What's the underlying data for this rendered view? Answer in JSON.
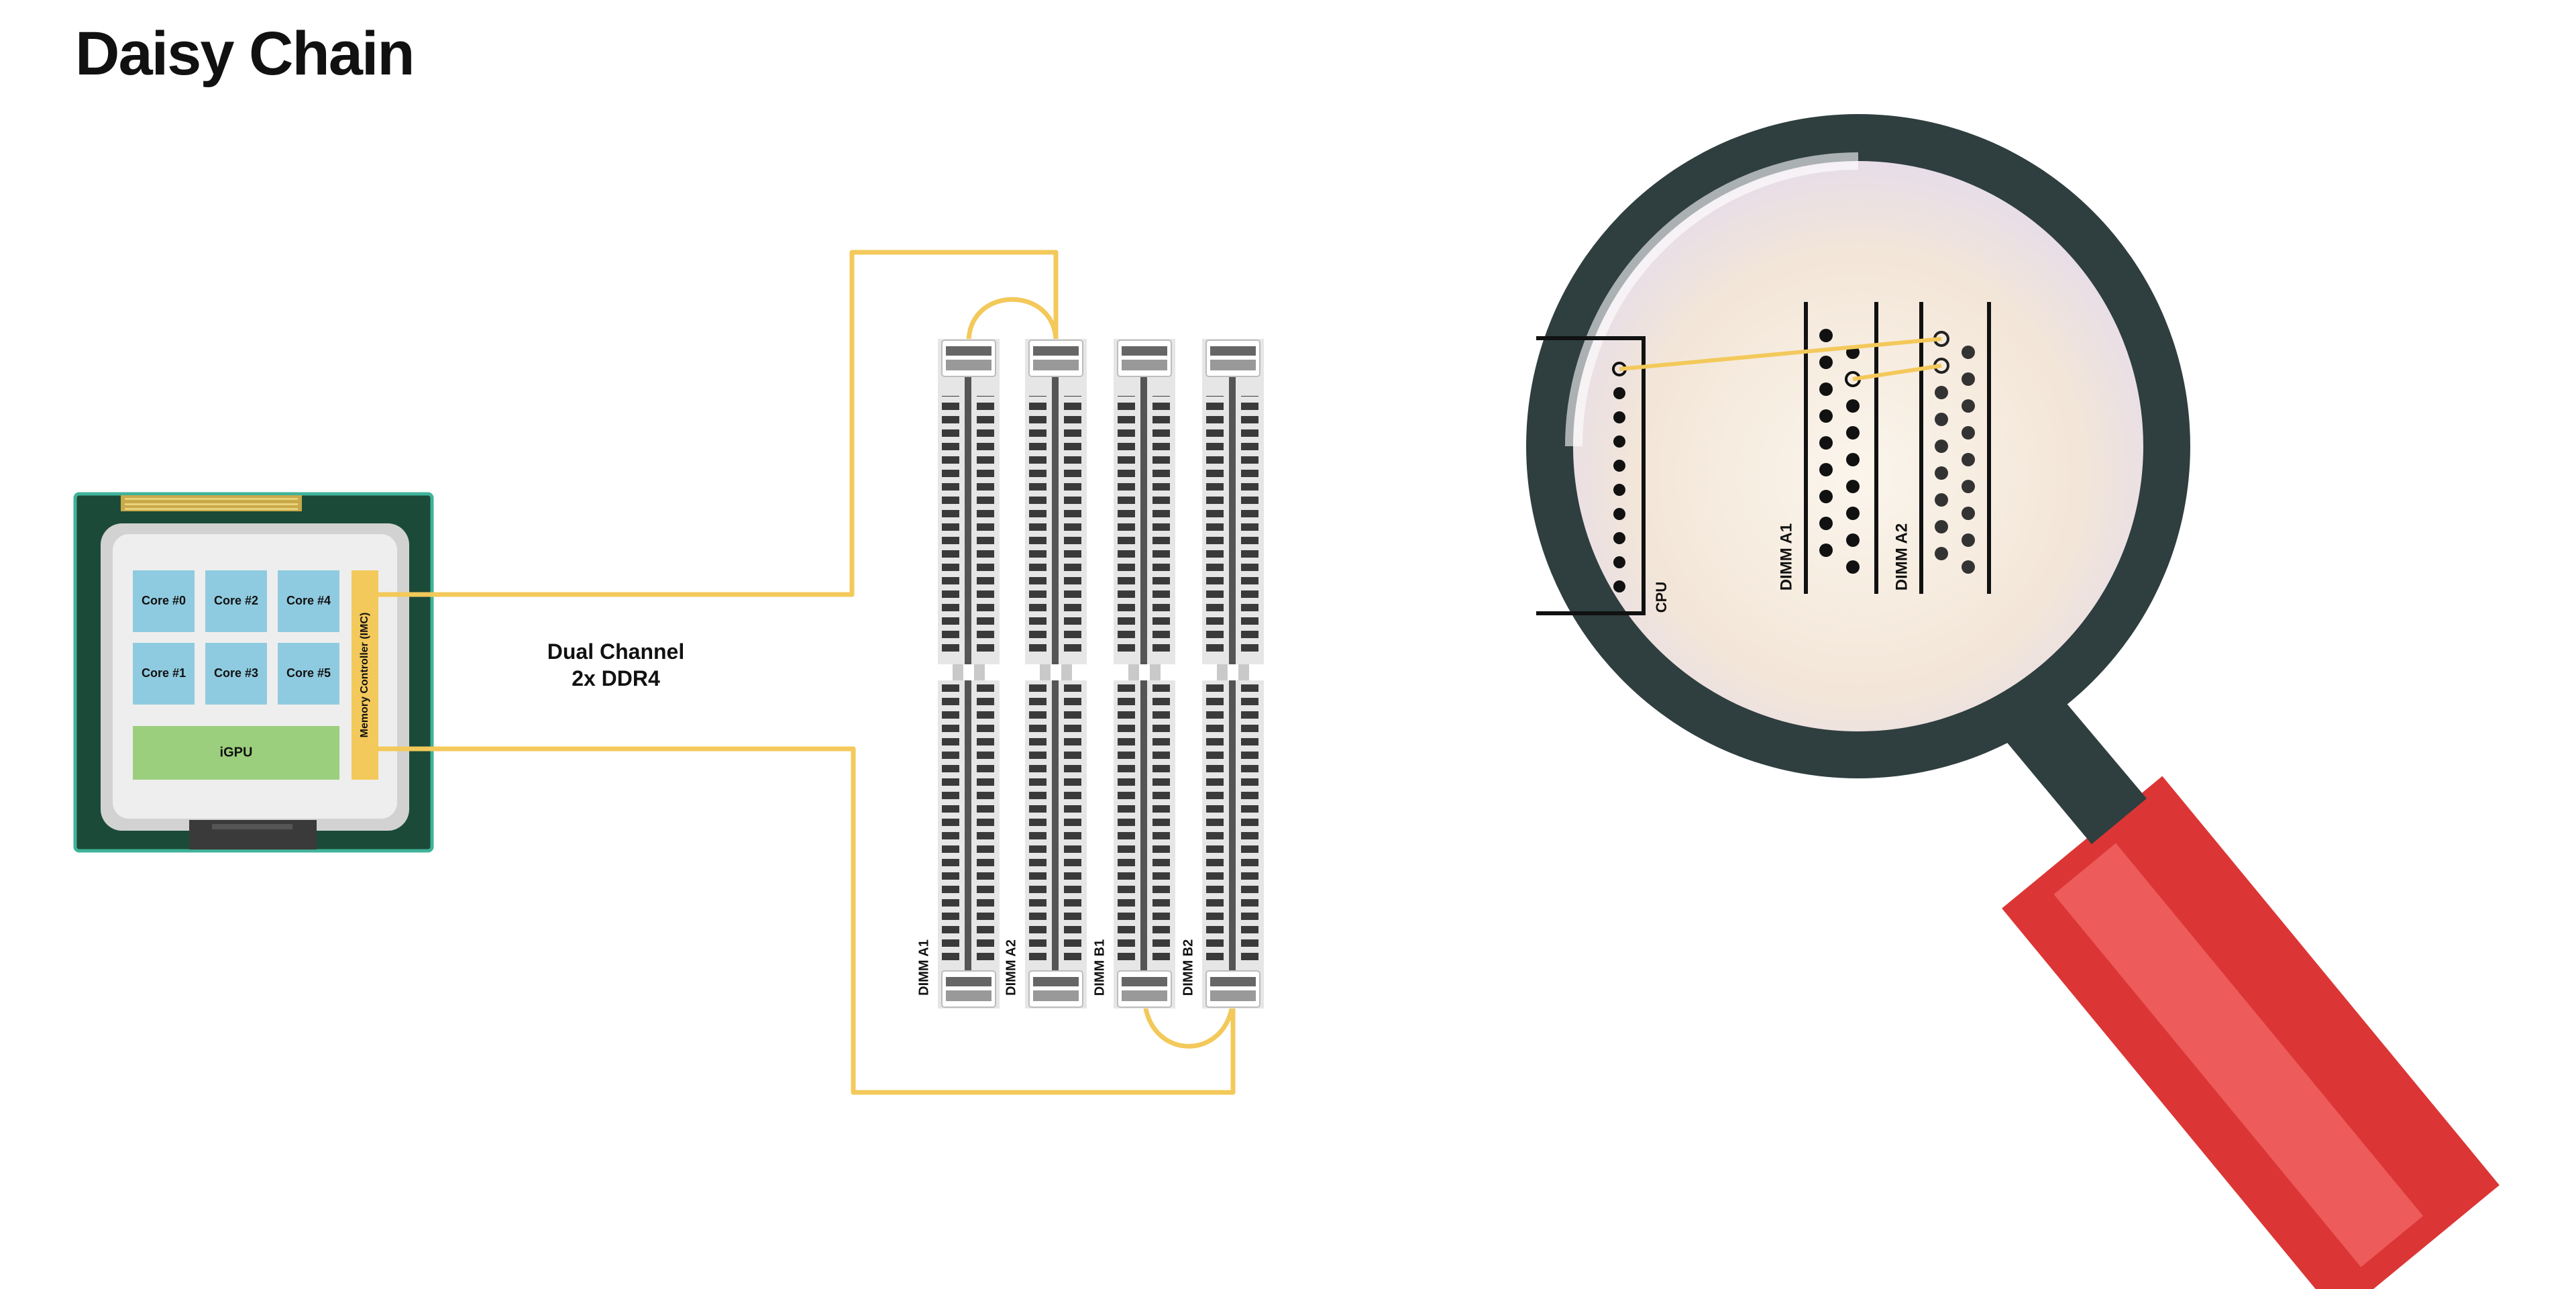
{
  "title": "Daisy Chain",
  "cpu": {
    "cores": [
      "Core #0",
      "Core #2",
      "Core #4",
      "Core #1",
      "Core #3",
      "Core #5"
    ],
    "igpu": "iGPU",
    "imc": "Memory Controller (IMC)"
  },
  "channel": {
    "line1": "Dual Channel",
    "line2": "2x DDR4"
  },
  "slots": [
    "DIMM A1",
    "DIMM A2",
    "DIMM B1",
    "DIMM B2"
  ],
  "magnifier": {
    "cpu": "CPU",
    "dimm_a1": "DIMM A1",
    "dimm_a2": "DIMM A2"
  },
  "colors": {
    "trace": "#f3c95b",
    "cpu_pcb": "#1c4a38",
    "core": "#8fcbe0",
    "igpu": "#9ccf7d",
    "imc": "#f3c95b",
    "slot": "#e6e6e6",
    "lens_rim": "#2f3e3f",
    "handle": "#e43c3b"
  }
}
